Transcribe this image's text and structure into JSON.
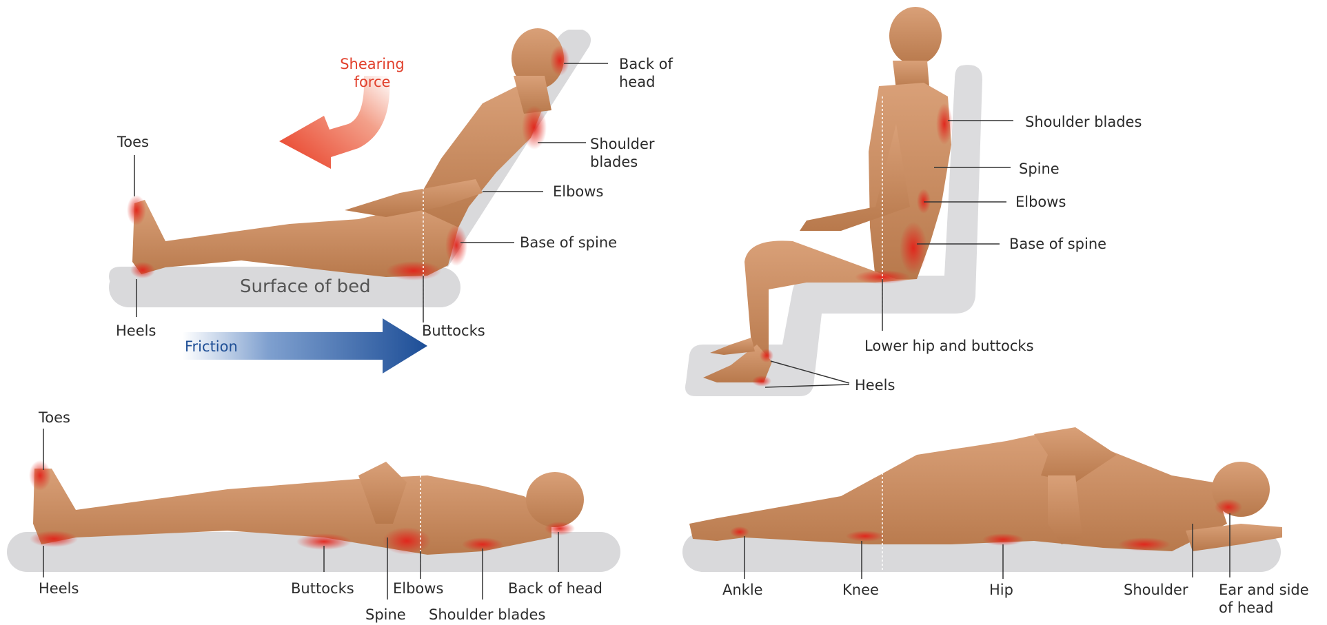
{
  "colors": {
    "skin": "#c98c5e",
    "skin_dark": "#a96c41",
    "bed": "#d9d9db",
    "pressure": "#e2231a",
    "shear_arrow": "#e8412a",
    "friction_arrow": "#1f4f96",
    "leader": "#333333"
  },
  "panel_reclined": {
    "shearing_force": [
      "Shearing",
      "force"
    ],
    "friction": "Friction",
    "surface_of_bed": "Surface of bed",
    "toes": "Toes",
    "heels": "Heels",
    "buttocks": "Buttocks",
    "base_of_spine": "Base of spine",
    "elbows": "Elbows",
    "shoulder_blades": [
      "Shoulder",
      "blades"
    ],
    "back_of_head": [
      "Back of",
      "head"
    ]
  },
  "panel_sitting": {
    "shoulder_blades": "Shoulder blades",
    "spine": "Spine",
    "elbows": "Elbows",
    "base_of_spine": "Base of spine",
    "lower_hip_buttocks": "Lower hip and buttocks",
    "heels": "Heels"
  },
  "panel_supine": {
    "toes": "Toes",
    "heels": "Heels",
    "buttocks": "Buttocks",
    "elbows": "Elbows",
    "spine": "Spine",
    "shoulder_blades": "Shoulder blades",
    "back_of_head": "Back of head"
  },
  "panel_side": {
    "ankle": "Ankle",
    "knee": "Knee",
    "hip": "Hip",
    "shoulder": "Shoulder",
    "ear_and_side": [
      "Ear and side",
      "of head"
    ]
  }
}
